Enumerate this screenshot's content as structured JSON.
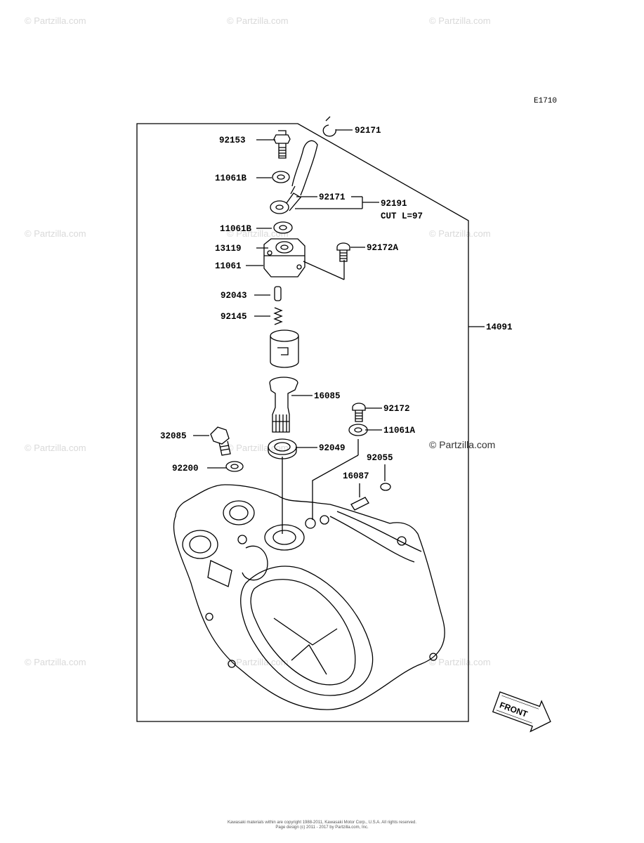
{
  "diagram_id": "E1710",
  "watermark": "© Partzilla.com",
  "center_watermark": "© Partzilla.com",
  "front_label": "FRONT",
  "footer": {
    "line1": "Kawasaki materials within are copyright 1988-2011, Kawasaki Motor Corp., U.S.A. All rights reserved.",
    "line2": "Page design (c) 2011 - 2017 by Partzilla.com, Inc."
  },
  "callouts": {
    "c92171_top": "92171",
    "c92153": "92153",
    "c11061B_a": "11061B",
    "c92171_mid": "92171",
    "c92191": "92191",
    "c92191_cut": "CUT L=97",
    "c11061B_b": "11061B",
    "c13119": "13119",
    "c92172A": "92172A",
    "c11061": "11061",
    "c92043": "92043",
    "c92145": "92145",
    "c14091": "14091",
    "c16085": "16085",
    "c92172": "92172",
    "c11061A": "11061A",
    "c32085": "32085",
    "c92049": "92049",
    "c92055": "92055",
    "c92200": "92200",
    "c16087": "16087"
  }
}
